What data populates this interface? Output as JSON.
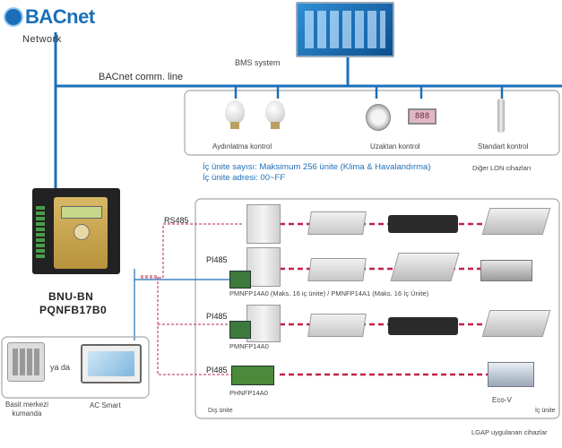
{
  "brand": {
    "logo_text": "BACnet",
    "network_label": "Network"
  },
  "bms": {
    "label": "BMS system"
  },
  "comm_line": {
    "label": "BACnet comm. line"
  },
  "devices": {
    "lighting_label": "Aydınlatma kontrol",
    "remote_label": "Uzaktan kontrol",
    "standard_label": "Standart kontrol",
    "meter_display": "888"
  },
  "info": {
    "line1": "İç ünite sayısı: Maksimum 256 ünite (Klima & Havalandırma)",
    "line2": "İç ünite adresi: 00~FF",
    "lon_label": "Diğer LON cihazları"
  },
  "gateway": {
    "line1": "BNU-BN",
    "line2": "PQNFB17B0"
  },
  "protocols": {
    "rs485": "RS485",
    "pi485_1": "PI485",
    "pi485_2": "PI485",
    "pi485_3": "PI485"
  },
  "modules": {
    "row2": "PMNFP14A0 (Maks. 16 iç ünite) / PMNFP14A1 (Maks. 16 İç Ünite)",
    "row3": "PMNFP14A0",
    "row4": "PHNFP14A0"
  },
  "controllers": {
    "ya_da": "ya da",
    "simple_central": "Basit merkezi\nkumanda",
    "ac_smart": "AC Smart"
  },
  "footer": {
    "outdoor": "Dış ünite",
    "ecov": "Eco-V",
    "indoor": "İç ünite",
    "lgap": "LGAP uygulanan cihazlar"
  },
  "colors": {
    "line_blue": "#1b6fb8",
    "dash_red": "#c2214a",
    "gold": "#c9a54a",
    "box_grey": "#a8a8a8"
  }
}
